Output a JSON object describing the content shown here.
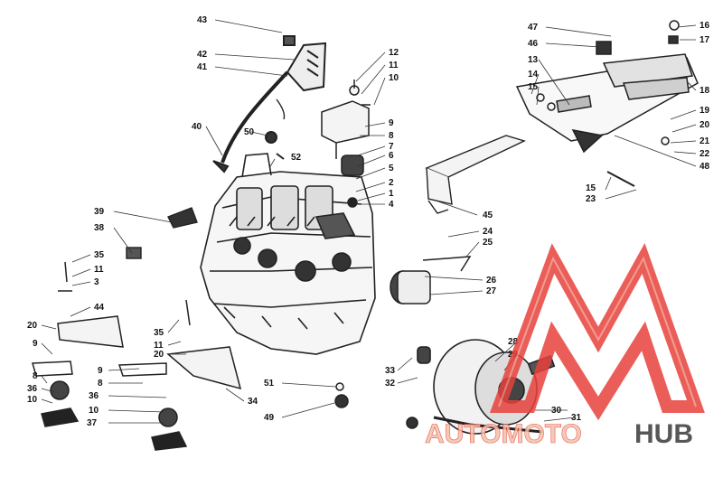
{
  "diagram": {
    "callouts": [
      "43",
      "42",
      "41",
      "40",
      "50",
      "52",
      "12",
      "11",
      "10",
      "9",
      "8",
      "7",
      "6",
      "5",
      "2",
      "1",
      "4",
      "47",
      "46",
      "13",
      "14",
      "15",
      "16",
      "17",
      "18",
      "19",
      "20",
      "21",
      "22",
      "48",
      "15",
      "23",
      "45",
      "24",
      "25",
      "26",
      "27",
      "39",
      "38",
      "35",
      "11",
      "3",
      "44",
      "20",
      "9",
      "8",
      "36",
      "10",
      "37",
      "35",
      "11",
      "20",
      "9",
      "8",
      "36",
      "10",
      "34",
      "51",
      "49",
      "33",
      "32",
      "28",
      "29",
      "30",
      "31"
    ]
  },
  "watermark": {
    "word_a": "AUTOMOTO",
    "word_b": "HUB",
    "color_primary": "#e8413c",
    "color_secondary": "#f2c2a8",
    "color_dark": "#3a3a3a"
  }
}
